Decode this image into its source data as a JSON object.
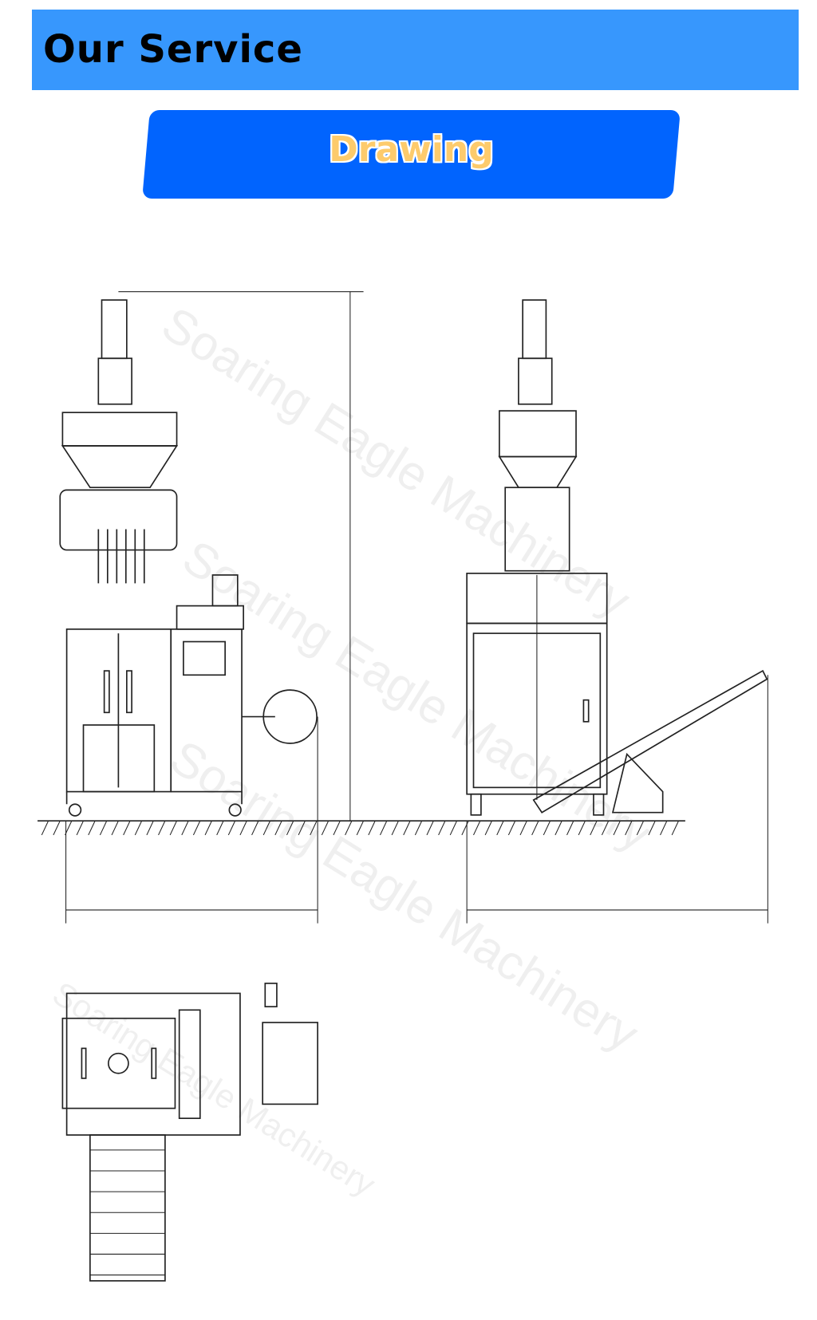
{
  "header": {
    "title": "Our Service"
  },
  "section_tab": {
    "label": "Drawing"
  },
  "drawing": {
    "watermark": "Soaring Eagle Machinery",
    "views": [
      "front-view",
      "side-view",
      "top-view"
    ]
  },
  "colors": {
    "header_bg": "#3797fd",
    "tab_bg": "#0164fe",
    "tab_text": "#fdcb6c"
  }
}
